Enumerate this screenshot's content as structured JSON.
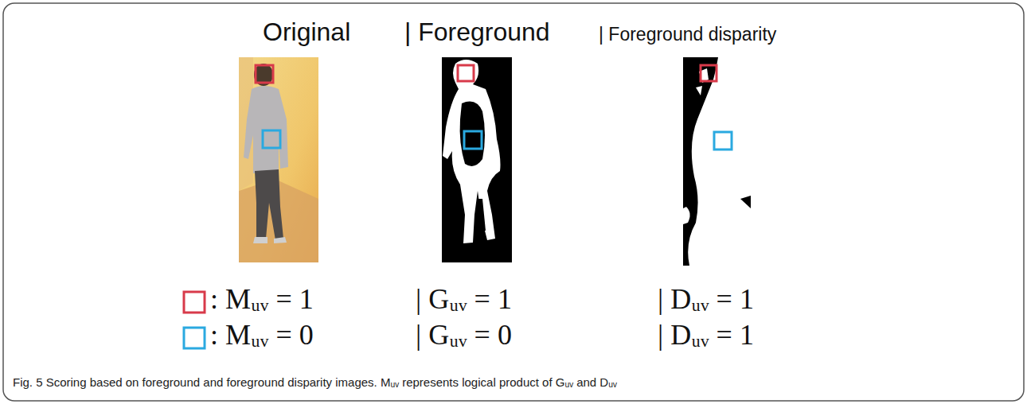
{
  "diagram": {
    "caption": "Fig. 5 Scoring based on foreground and foreground disparity images. Mᵤᵥ represents logical product of Gᵤᵥ and Dᵤᵥ",
    "labels": [
      "Original",
      "| Foreground",
      "| Foreground disparity",
      ": Mᵤᵥ = 1",
      "| Gᵤᵥ = 1",
      "| Dᵤᵥ = 1",
      ": Mᵤᵥ = 0",
      "| Gᵤᵥ = 0",
      "| Dᵤᵥ = 1"
    ]
  }
}
